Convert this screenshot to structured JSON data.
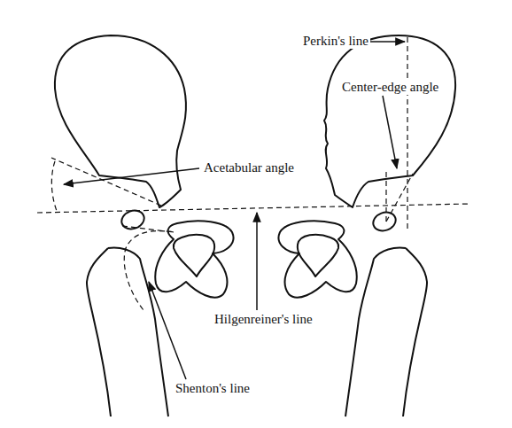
{
  "diagram": {
    "labels": [
      "Perkin's line",
      "Center-edge angle",
      "Acetabular angle",
      "Hilgenreiner's line",
      "Shenton's line"
    ]
  }
}
